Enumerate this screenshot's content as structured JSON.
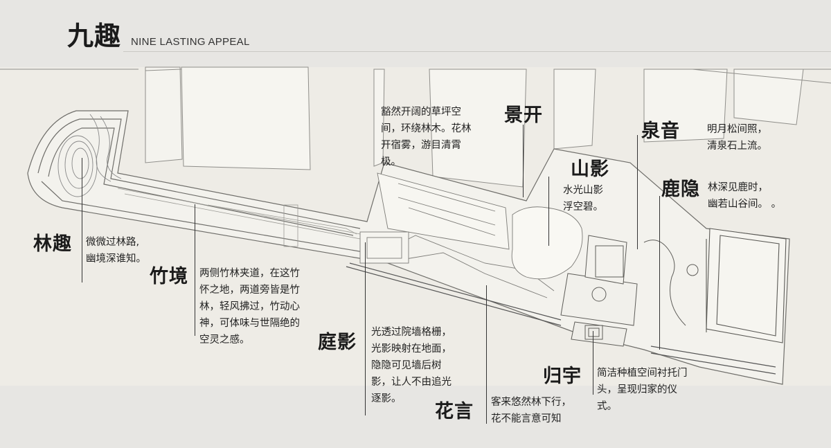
{
  "header": {
    "title_zh": "九趣",
    "title_en": "NINE LASTING APPEAL"
  },
  "callouts": {
    "linqu": {
      "label": "林趣",
      "lines": [
        "微微过林路,",
        "幽境深谁知。"
      ]
    },
    "zhujing": {
      "label": "竹境",
      "lines": [
        "两侧竹林夹道，在这竹",
        "怀之地，两道旁皆是竹",
        "林，轻风拂过，竹动心",
        "神，可体味与世隔绝的",
        "空灵之感。"
      ]
    },
    "tingying": {
      "label": "庭影",
      "lines": [
        "光透过院墙格栅，",
        "光影映射在地面，",
        "隐隐可见墙后树",
        "影，让人不由追光",
        "逐影。"
      ]
    },
    "huayan": {
      "label": "花言",
      "lines": [
        "客来悠然林下行，",
        "花不能言意可知"
      ]
    },
    "jingkai": {
      "label": "景开",
      "lines": [
        "豁然开阔的草坪空",
        "间，环绕林木。花林",
        "开宿雾，游目清霄",
        "极。"
      ]
    },
    "shanying": {
      "label": "山影",
      "lines": [
        "水光山影",
        "浮空碧。"
      ]
    },
    "quanyin": {
      "label": "泉音",
      "lines": [
        "明月松间照，",
        "清泉石上流。"
      ]
    },
    "luyin": {
      "label": "鹿隐",
      "lines": [
        "林深见鹿时，",
        "幽若山谷间。 。"
      ]
    },
    "guiyu": {
      "label": "归宇",
      "lines": [
        "简洁种植空间衬托门",
        "头，呈现归家的仪",
        "式。"
      ]
    }
  }
}
